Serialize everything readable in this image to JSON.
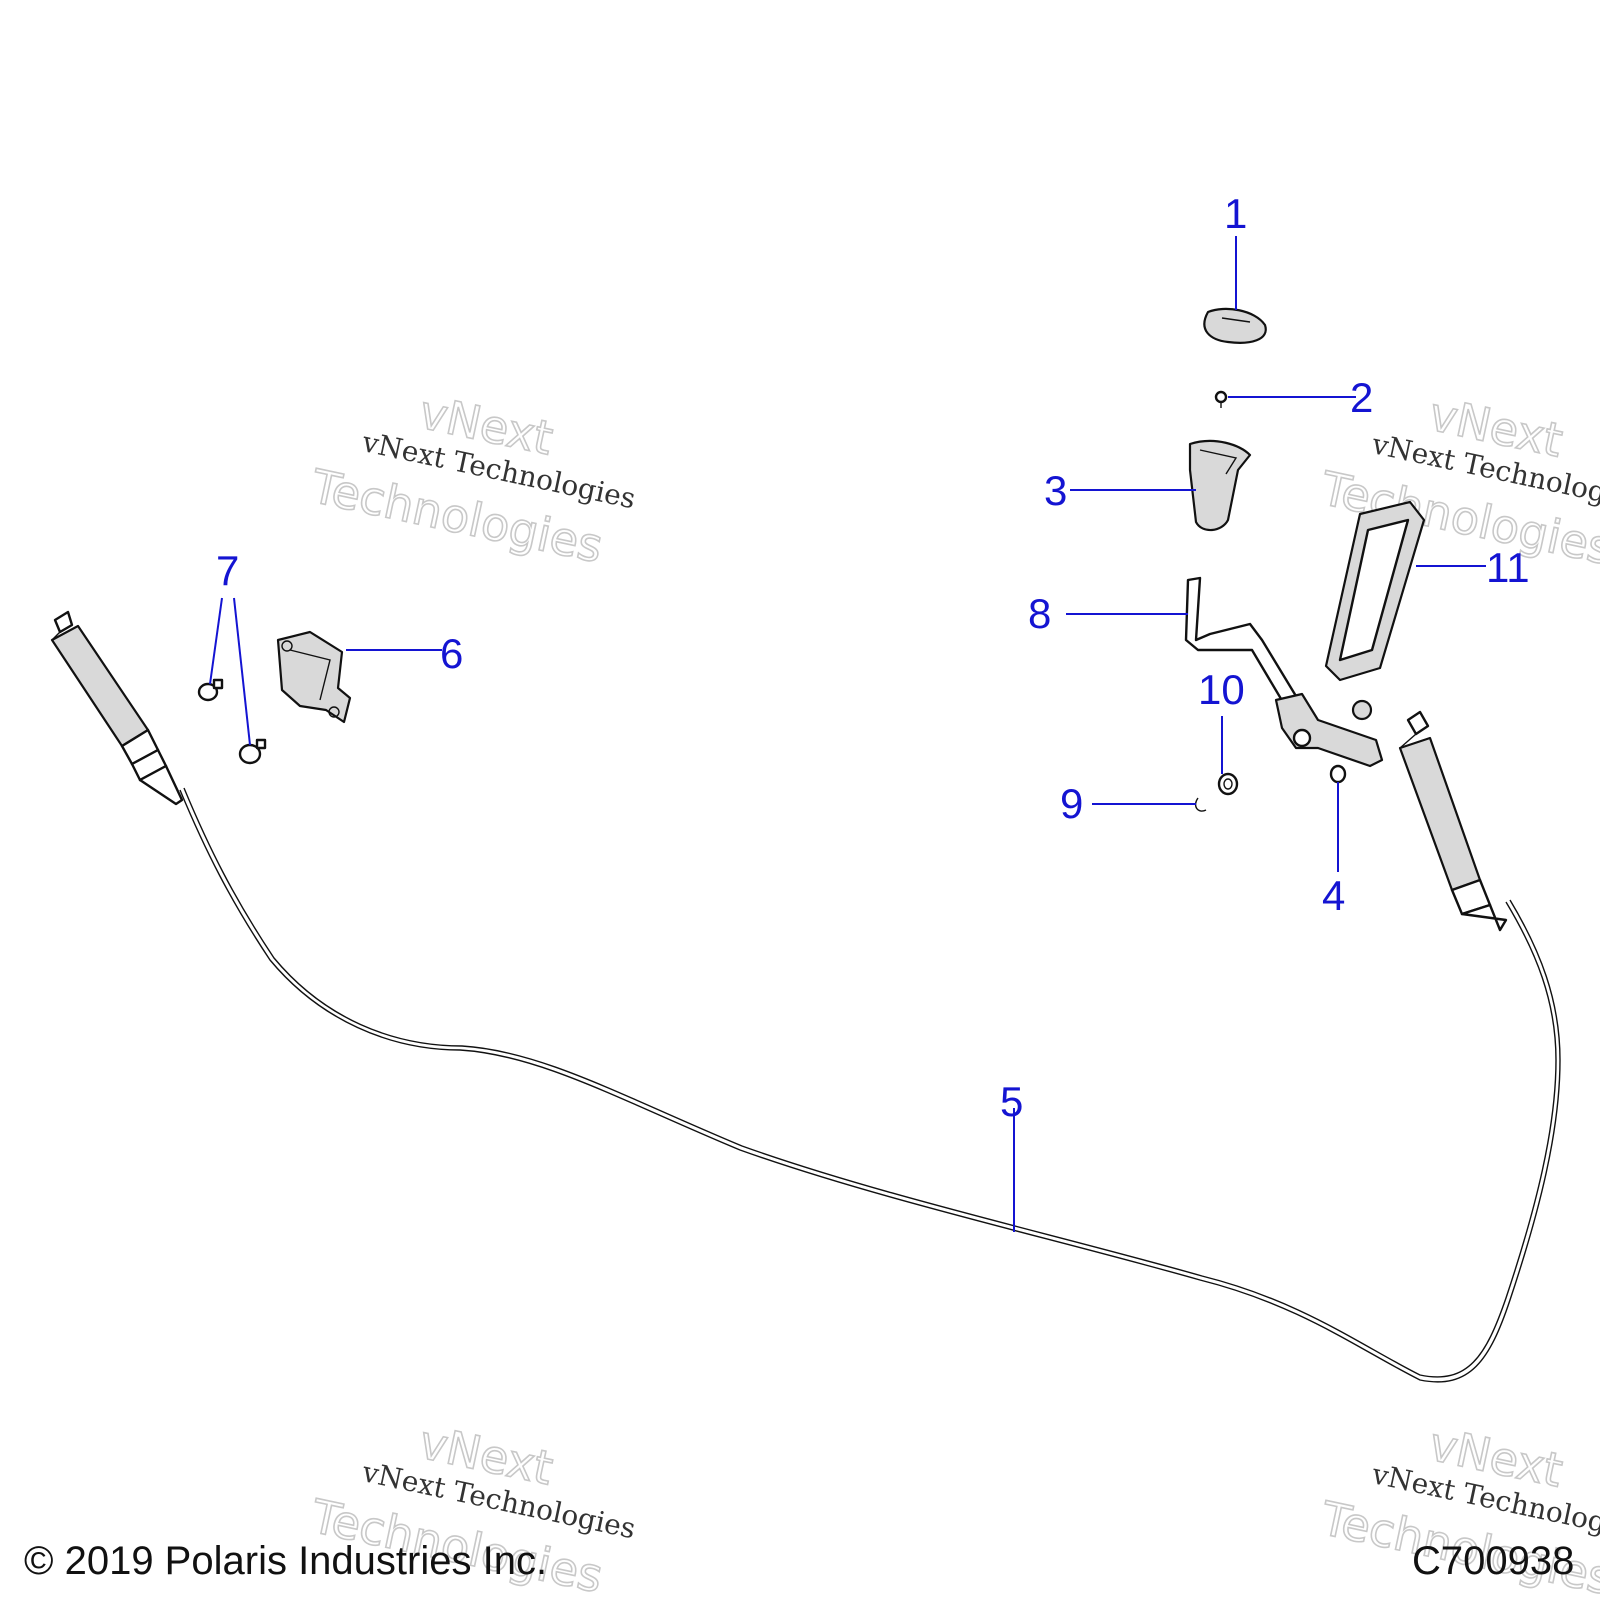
{
  "callouts": {
    "c1": "1",
    "c2": "2",
    "c3": "3",
    "c4": "4",
    "c5": "5",
    "c6": "6",
    "c7": "7",
    "c8": "8",
    "c9": "9",
    "c10": "10",
    "c11": "11"
  },
  "watermark": {
    "line_serif": "vNext Technologies",
    "line_outline_1": "vNext",
    "line_outline_2": "Technologies"
  },
  "footer": {
    "copyright": "© 2019 Polaris Industries Inc.",
    "drawing_id": "C700938"
  },
  "colors": {
    "callout": "#1414d2",
    "linework": "#111111",
    "background": "#ffffff"
  }
}
